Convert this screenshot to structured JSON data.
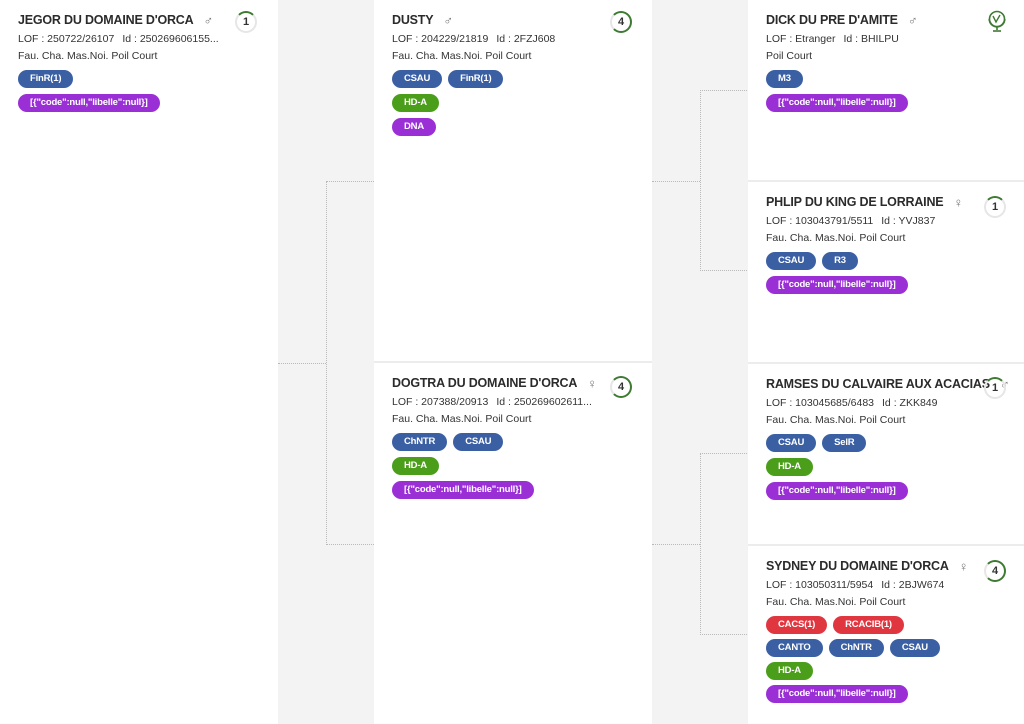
{
  "cards": {
    "jegor": {
      "name": "JEGOR DU DOMAINE D'ORCA",
      "sex": "♂",
      "lof": "LOF : 250722/26107",
      "id": "Id : 250269606155...",
      "desc": "Fau. Cha. Mas.Noi. Poil Court",
      "badge": "1",
      "tags": [
        "FinR(1)",
        "[{\"code\":null,\"libelle\":null}]"
      ]
    },
    "dusty": {
      "name": "DUSTY",
      "sex": "♂",
      "lof": "LOF : 204229/21819",
      "id": "Id : 2FZJ608",
      "desc": "Fau. Cha. Mas.Noi. Poil Court",
      "badge": "4",
      "tags": [
        "CSAU",
        "FinR(1)",
        "HD-A",
        "DNA"
      ]
    },
    "dogtra": {
      "name": "DOGTRA DU DOMAINE D'ORCA",
      "sex": "♀",
      "lof": "LOF : 207388/20913",
      "id": "Id : 250269602611...",
      "desc": "Fau. Cha. Mas.Noi. Poil Court",
      "badge": "4",
      "tags": [
        "ChNTR",
        "CSAU",
        "HD-A",
        "[{\"code\":null,\"libelle\":null}]"
      ]
    },
    "dick": {
      "name": "DICK DU PRE D'AMITE",
      "sex": "♂",
      "lof": "LOF : Etranger",
      "id": "Id : BHILPU",
      "desc": "Poil Court",
      "icon": "globe-stand-icon",
      "tags": [
        "M3",
        "[{\"code\":null,\"libelle\":null}]"
      ]
    },
    "phlip": {
      "name": "PHLIP DU KING DE LORRAINE",
      "sex": "♀",
      "lof": "LOF : 103043791/5511",
      "id": "Id : YVJ837",
      "desc": "Fau. Cha. Mas.Noi. Poil Court",
      "badge": "1",
      "tags": [
        "CSAU",
        "R3",
        "[{\"code\":null,\"libelle\":null}]"
      ]
    },
    "ramses": {
      "name": "RAMSES DU CALVAIRE AUX ACACIAS",
      "sex": "♂",
      "lof": "LOF : 103045685/6483",
      "id": "Id : ZKK849",
      "desc": "Fau. Cha. Mas.Noi. Poil Court",
      "badge": "1",
      "tags": [
        "CSAU",
        "SelR",
        "HD-A",
        "[{\"code\":null,\"libelle\":null}]"
      ]
    },
    "sydney": {
      "name": "SYDNEY DU DOMAINE D'ORCA",
      "sex": "♀",
      "lof": "LOF : 103050311/5954",
      "id": "Id : 2BJW674",
      "desc": "Fau. Cha. Mas.Noi. Poil Court",
      "badge": "4",
      "tags": [
        "CACS(1)",
        "RCACIB(1)",
        "CANTO",
        "ChNTR",
        "CSAU",
        "HD-A",
        "[{\"code\":null,\"libelle\":null}]"
      ]
    }
  },
  "colors": {
    "tag_blue": "#3a5fa3",
    "tag_green": "#4a9e1a",
    "tag_purple": "#9a2fd6",
    "tag_red": "#e0363f",
    "ring_green": "#3f7a33"
  }
}
